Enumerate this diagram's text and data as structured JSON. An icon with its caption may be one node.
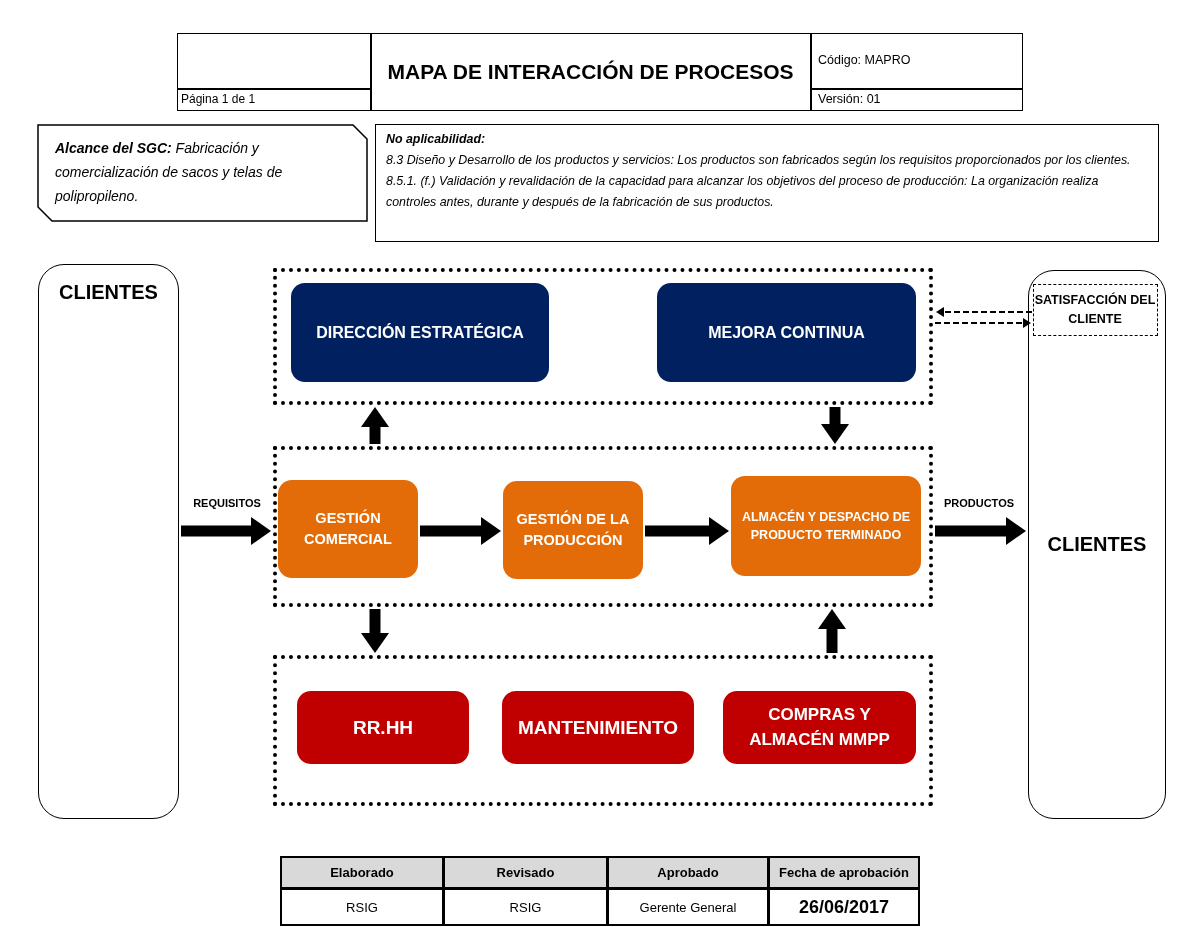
{
  "diagram": {
    "title": "MAPA DE INTERACCIÓN DE PROCESOS",
    "nodes": [
      {
        "text": [
          "**Alcance del SGC:** Fabricación y comercialización de sacos y telas de polipropileno."
        ]
      },
      {
        "text": [
          "No aplicabilidad:",
          "8.3 Diseño y Desarrollo de los productos y servicios: Los productos son fabricados según los requisitos proporcionados por los clientes.",
          "8.5.1. (f.) Validación y revalidación de la capacidad para alcanzar los objetivos del proceso de producción: La organización realiza controles antes, durante y después de la fabricación de sus productos."
        ]
      },
      {
        "text": [
          "CLIENTES"
        ]
      },
      {
        "text": [
          "CLIENTES"
        ]
      },
      {
        "text": [
          "SATISFACCIÓN DEL CLIENTE"
        ],
        "in": 3
      },
      {
        "text": [],
        "shape": "box"
      },
      {
        "text": [
          "DIRECCIÓN ESTRATÉGICA"
        ],
        "in": 5
      },
      {
        "text": [
          "MEJORA CONTINUA"
        ],
        "in": 5
      },
      {
        "text": [],
        "shape": "box"
      },
      {
        "text": [
          "GESTIÓN COMERCIAL"
        ],
        "in": 8
      },
      {
        "text": [
          "GESTIÓN DE LA PRODUCCIÓN"
        ],
        "in": 8
      },
      {
        "text": [
          "ALMACÉN Y DESPACHO DE PRODUCTO TERMINADO"
        ],
        "in": 8
      },
      {
        "text": [],
        "shape": "box"
      },
      {
        "text": [
          "RR.HH"
        ],
        "in": 12
      },
      {
        "text": [
          "MANTENIMIENTO"
        ],
        "in": 12
      },
      {
        "text": [
          "COMPRAS Y ALMACÉN MMPP"
        ],
        "in": 12
      }
    ],
    "edges": [
      {
        "from": 2,
        "to": 8,
        "arrow": "to",
        "label": "REQUISITOS"
      },
      {
        "from": 9,
        "to": 10,
        "arrow": "to"
      },
      {
        "from": 10,
        "to": 11,
        "arrow": "to"
      },
      {
        "from": 8,
        "to": 3,
        "arrow": "to",
        "label": "PRODUCTOS"
      },
      {
        "from": 8,
        "to": 5,
        "arrow": "to"
      },
      {
        "from": 5,
        "to": 8,
        "arrow": "to"
      },
      {
        "from": 8,
        "to": 12,
        "arrow": "to"
      },
      {
        "from": 12,
        "to": 8,
        "arrow": "to"
      },
      {
        "from": 4,
        "to": 5,
        "arrow": "to",
        "style": "dashed"
      },
      {
        "from": 5,
        "to": 4,
        "arrow": "to",
        "style": "dashed"
      }
    ],
    "labels": [
      "Página 1 de 1",
      "Código: MAPRO",
      "Versión: 01",
      "Elaborado",
      "Revisado",
      "Aprobado",
      "Fecha de aprobación",
      "RSIG",
      "RSIG",
      "Gerente General",
      "26/06/2017"
    ]
  }
}
